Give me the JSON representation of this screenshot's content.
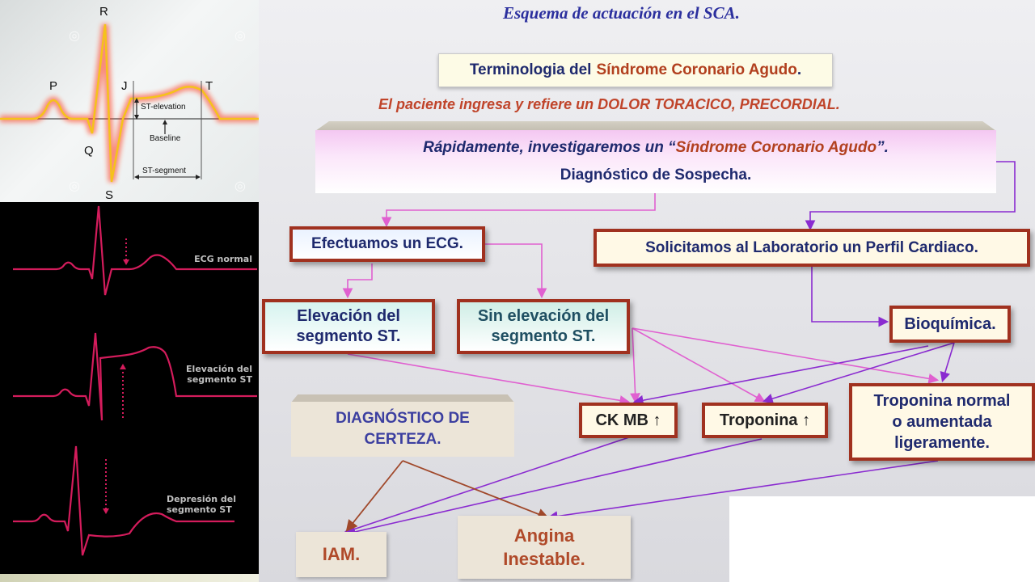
{
  "ecg_top": {
    "labels": {
      "R": "R",
      "P": "P",
      "J": "J",
      "T": "T",
      "Q": "Q",
      "S": "S"
    },
    "st_elevation": "ST-elevation",
    "baseline": "Baseline",
    "st_segment": "ST-segment"
  },
  "ecg_bottom": {
    "normal": "ECG normal",
    "elevacion_l1": "Elevación del",
    "elevacion_l2": "segmento ST",
    "depresion_l1": "Depresión del",
    "depresion_l2": "segmento ST"
  },
  "diagram": {
    "title": "Esquema de actuación en el SCA.",
    "terminologia_a": "Terminologia del ",
    "terminologia_b": "Síndrome Coronario Agudo",
    "terminologia_c": ".",
    "ingresa": "El paciente ingresa y refiere un DOLOR TORACICO, PRECORDIAL.",
    "rapid_a": "Rápidamente, investigaremos un “",
    "rapid_b": "Síndrome Coronario Agudo",
    "rapid_c": "”.",
    "sospecha": "Diagnóstico de Sospecha.",
    "ecg": "Efectuamos un ECG.",
    "laboratorio": "Solicitamos al Laboratorio un Perfil Cardiaco.",
    "elev_l1": "Elevación del",
    "elev_l2": "segmento ST.",
    "sinelev_l1": "Sin elevación del",
    "sinelev_l2": "segmento ST.",
    "bioquimica": "Bioquímica.",
    "certeza_l1": "DIAGNÓSTICO DE",
    "certeza_l2": "CERTEZA.",
    "ckmb": "CK MB ↑",
    "troponina": "Troponina ↑",
    "tropnormal_l1": "Troponina normal",
    "tropnormal_l2": "o aumentada",
    "tropnormal_l3": "ligeramente.",
    "iam": "IAM.",
    "angina_l1": "Angina",
    "angina_l2": "Inestable."
  },
  "colors": {
    "accent_red": "#a0311f",
    "pink_arrow": "#e060d0",
    "purple_arrow": "#8a2bd0",
    "brown_arrow": "#a0482a",
    "title_blue": "#2b2f9e"
  }
}
